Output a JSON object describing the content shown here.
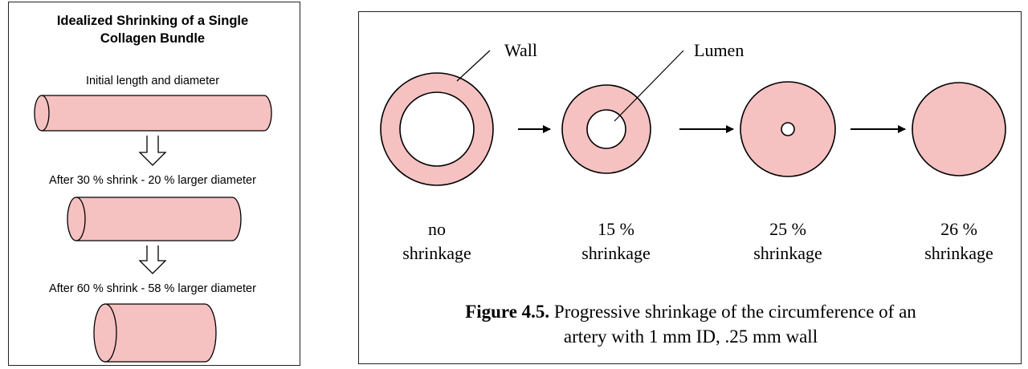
{
  "left": {
    "title_line1": "Idealized Shrinking of a Single",
    "title_line2": "Collagen Bundle",
    "stage1_label": "Initial length and diameter",
    "stage2_label": "After 30 % shrink - 20 % larger diameter",
    "stage3_label": "After 60 % shrink - 58 % larger diameter"
  },
  "right": {
    "wall_label": "Wall",
    "lumen_label": "Lumen",
    "stages": [
      {
        "line1": "no",
        "line2": "shrinkage"
      },
      {
        "line1": "15 %",
        "line2": "shrinkage"
      },
      {
        "line1": "25 %",
        "line2": "shrinkage"
      },
      {
        "line1": "26 %",
        "line2": "shrinkage"
      }
    ],
    "caption_label": "Figure 4.5.",
    "caption_text1": " Progressive shrinkage of the circumference of an",
    "caption_text2": "artery with 1 mm ID, .25 mm wall"
  },
  "colors": {
    "fill": "#f6c1c1",
    "stroke": "#000000"
  }
}
